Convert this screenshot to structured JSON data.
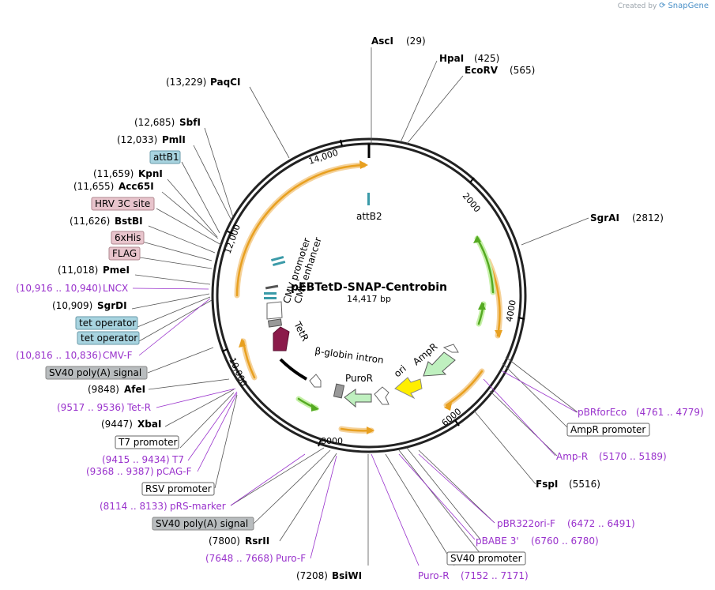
{
  "credit": {
    "prefix": "Created by",
    "brand": "SnapGene"
  },
  "plasmid": {
    "name": "pEBTetD-SNAP-Centrobin",
    "size": "14,417 bp"
  },
  "colors": {
    "backbone": "#222222",
    "enzyme": "#000000",
    "primer": "#9932cc",
    "orange_feature": "#e8a020",
    "green_feature": "#55aa22",
    "maroon_feature": "#8b1a4a",
    "yellow_feature": "#ffee00",
    "pale_green_feature": "#bff0bf",
    "blue_box": "#a8d4e0",
    "pink_box": "#e8c4cc",
    "gray_box": "#b8bcbe"
  },
  "ticks": [
    "2000",
    "4000",
    "6000",
    "8000",
    "10,000",
    "12,000",
    "14,000"
  ],
  "inner_labels": {
    "attB2": "attB2",
    "cmv_promoter": "CMV promoter",
    "cmv_enhancer": "CMV enhancer",
    "tetr": "TetR",
    "beta_globin": "β-globin intron",
    "puror": "PuroR",
    "ori": "ori",
    "ampr": "AmpR"
  },
  "labels": {
    "asci": {
      "name": "AscI",
      "pos": "(29)"
    },
    "hpai": {
      "name": "HpaI",
      "pos": "(425)"
    },
    "ecorv": {
      "name": "EcoRV",
      "pos": "(565)"
    },
    "paqci": {
      "name": "PaqCI",
      "pos": "(13,229)"
    },
    "sbfi": {
      "name": "SbfI",
      "pos": "(12,685)"
    },
    "pmli": {
      "name": "PmlI",
      "pos": "(12,033)"
    },
    "attb1": {
      "name": "attB1"
    },
    "kpni": {
      "name": "KpnI",
      "pos": "(11,659)"
    },
    "acc65i": {
      "name": "Acc65I",
      "pos": "(11,655)"
    },
    "hrv3c": {
      "name": "HRV 3C site"
    },
    "bstbi": {
      "name": "BstBI",
      "pos": "(11,626)"
    },
    "his6": {
      "name": "6xHis"
    },
    "flag": {
      "name": "FLAG"
    },
    "pmei": {
      "name": "PmeI",
      "pos": "(11,018)"
    },
    "lncx": {
      "name": "LNCX",
      "pos": "(10,916 .. 10,940)"
    },
    "sgrdi": {
      "name": "SgrDI",
      "pos": "(10,909)"
    },
    "tetop1": {
      "name": "tet operator"
    },
    "tetop2": {
      "name": "tet operator"
    },
    "cmvf": {
      "name": "CMV-F",
      "pos": "(10,816 .. 10,836)"
    },
    "sv40pa1": {
      "name": "SV40 poly(A) signal"
    },
    "afei": {
      "name": "AfeI",
      "pos": "(9848)"
    },
    "tetr_primer": {
      "name": "Tet-R",
      "pos": "(9517 .. 9536)"
    },
    "xbai": {
      "name": "XbaI",
      "pos": "(9447)"
    },
    "t7prom": {
      "name": "T7 promoter"
    },
    "t7": {
      "name": "T7",
      "pos": "(9415 .. 9434)"
    },
    "pcagf": {
      "name": "pCAG-F",
      "pos": "(9368 .. 9387)"
    },
    "rsvprom": {
      "name": "RSV promoter"
    },
    "prsmarker": {
      "name": "pRS-marker",
      "pos": "(8114 .. 8133)"
    },
    "sv40pa2": {
      "name": "SV40 poly(A) signal"
    },
    "rsrii": {
      "name": "RsrII",
      "pos": "(7800)"
    },
    "purof": {
      "name": "Puro-F",
      "pos": "(7648 .. 7668)"
    },
    "bsiwi": {
      "name": "BsiWI",
      "pos": "(7208)"
    },
    "puror_primer": {
      "name": "Puro-R",
      "pos": "(7152 .. 7171)"
    },
    "sv40prom": {
      "name": "SV40 promoter"
    },
    "pbabe3": {
      "name": "pBABE 3'",
      "pos": "(6760 .. 6780)"
    },
    "pbr322orif": {
      "name": "pBR322ori-F",
      "pos": "(6472 .. 6491)"
    },
    "fspi": {
      "name": "FspI",
      "pos": "(5516)"
    },
    "ampr_primer": {
      "name": "Amp-R",
      "pos": "(5170 .. 5189)"
    },
    "amprprom": {
      "name": "AmpR promoter"
    },
    "pbrforeco": {
      "name": "pBRforEco",
      "pos": "(4761 .. 4779)"
    },
    "sgrai": {
      "name": "SgrAI",
      "pos": "(2812)"
    }
  }
}
